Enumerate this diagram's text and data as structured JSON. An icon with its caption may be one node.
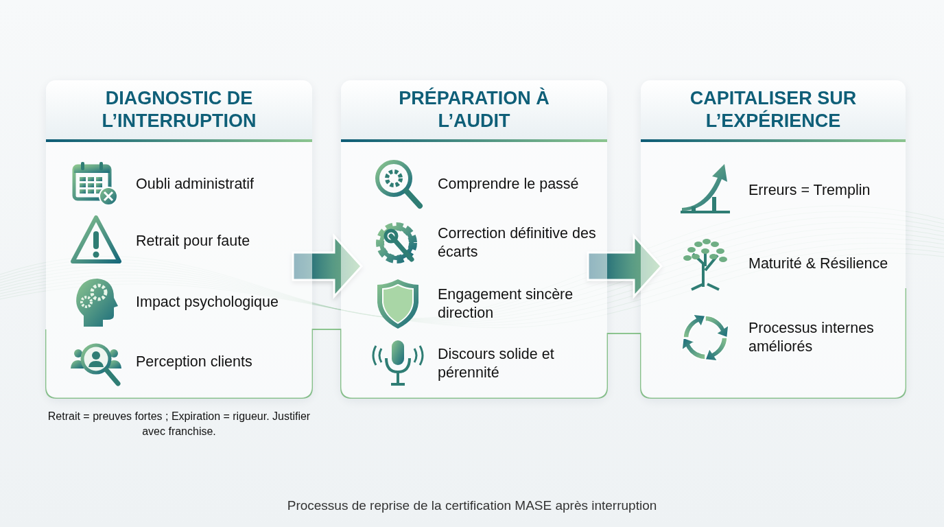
{
  "diagram": {
    "caption": "Processus de reprise de la certification MASE après interruption",
    "nodes": [
      {
        "text": [
          "DIAGNOSTIC DE L’INTERRUPTION",
          "Oubli administratif",
          "Retrait pour faute",
          "Impact psychologique",
          "Perception clients"
        ],
        "beside": [
          "Retrait = preuves fortes ; Expiration = rigueur. Justifier avec franchise."
        ]
      },
      {
        "text": [
          "PRÉPARATION À L’AUDIT",
          "Comprendre le passé",
          "Correction définitive des écarts",
          "Engagement sincère direction",
          "Discours solide et pérennité"
        ]
      },
      {
        "text": [
          "CAPITALISER SUR L’EXPÉRIENCE",
          "Erreurs = Tremplin",
          "Maturité & Résilience",
          "Processus internes améliorés"
        ]
      }
    ],
    "edges": [
      {
        "from": 0,
        "to": 1,
        "arrow": "to"
      },
      {
        "from": 1,
        "to": 2,
        "arrow": "to"
      }
    ]
  }
}
